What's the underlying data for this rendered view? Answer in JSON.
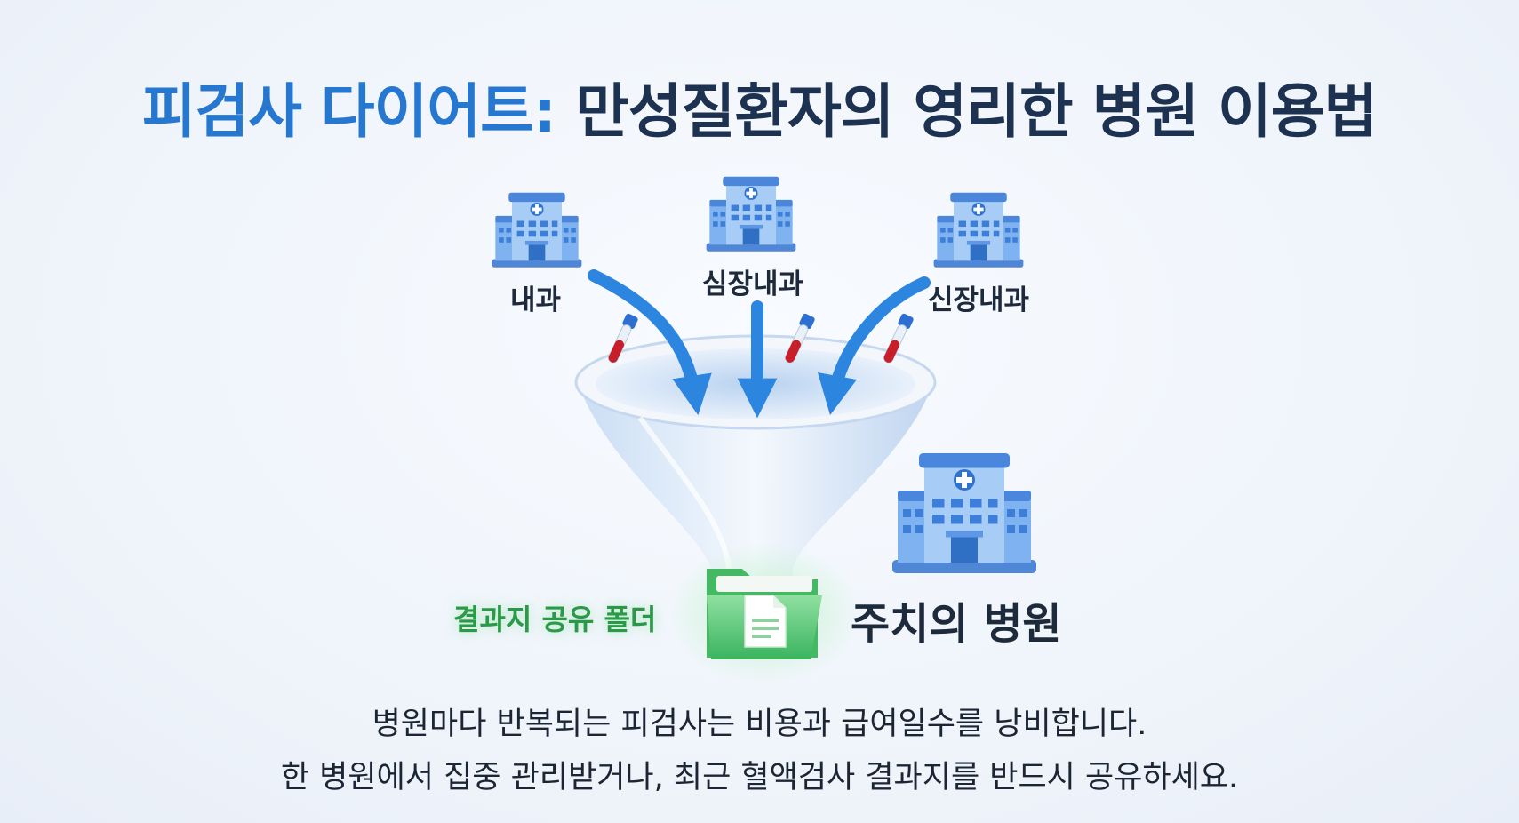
{
  "title": {
    "highlight": "피검사 다이어트:",
    "main": "만성질환자의 영리한 병원 이용법"
  },
  "departments": [
    "내과",
    "심장내과",
    "신장내과"
  ],
  "folder_label": "결과지 공유 폴더",
  "main_hospital_label": "주치의 병원",
  "caption": {
    "line1": "병원마다 반복되는 피검사는 비용과 급여일수를 낭비합니다.",
    "line2": "한 병원에서 집중 관리받거나, 최근 혈액검사 결과지를 반드시 공유하세요."
  },
  "icons": [
    "hospital-icon",
    "blood-tube-icon",
    "funnel-icon",
    "folder-icon",
    "document-icon",
    "arrow-icon"
  ],
  "colors": {
    "title_highlight": "#2577cf",
    "title_main": "#1d3250",
    "folder_green": "#2b9a48",
    "hospital_blue": "#5f9ee8",
    "arrow_blue": "#2c86e0",
    "tube_red": "#c81e2a"
  }
}
